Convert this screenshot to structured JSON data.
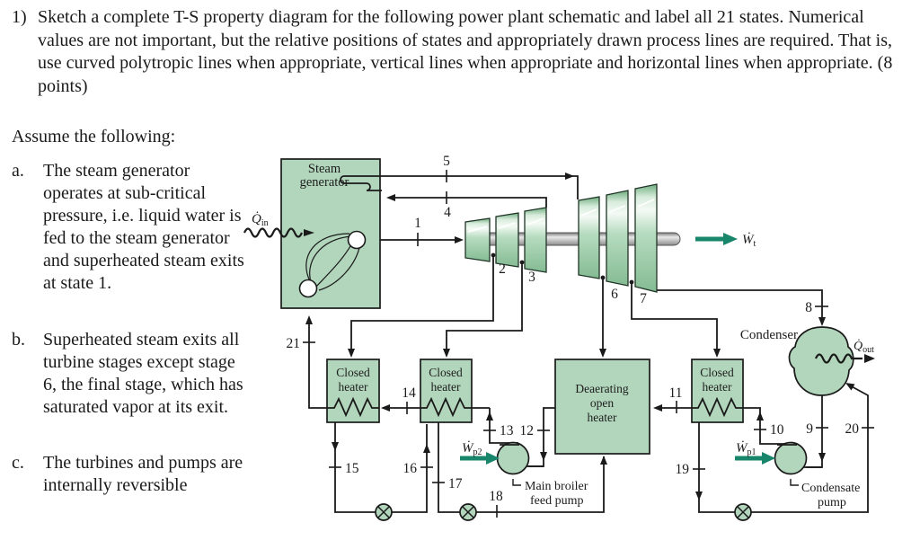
{
  "problem": {
    "number": "1)",
    "text": "Sketch a complete T-S property diagram for the following power plant schematic and label all 21 states. Numerical values are not important, but the relative positions of states and appropriately drawn process lines are required.  That is, use curved polytropic lines when appropriate, vertical lines when appropriate and horizontal lines when appropriate.  (8 points)"
  },
  "assumptions": {
    "heading": "Assume the following:",
    "items": [
      {
        "marker": "a.",
        "text": "The steam generator operates at sub-critical pressure, i.e. liquid water is fed to the steam generator and superheated steam exits at state 1."
      },
      {
        "marker": "b.",
        "text": "Superheated steam exits all turbine stages except stage 6, the final stage, which has saturated vapor at its exit."
      },
      {
        "marker": "c.",
        "text": "The turbines and pumps are internally reversible"
      }
    ]
  },
  "diagram": {
    "states": [
      "1",
      "2",
      "3",
      "4",
      "5",
      "6",
      "7",
      "8",
      "9",
      "10",
      "11",
      "12",
      "13",
      "14",
      "15",
      "16",
      "17",
      "18",
      "19",
      "20",
      "21"
    ],
    "labels": {
      "steam_generator_1": "Steam",
      "steam_generator_2": "generator",
      "closed_heater_1": "Closed",
      "closed_heater_2": "heater",
      "deaerator_1": "Deaerating",
      "deaerator_2": "open",
      "deaerator_3": "heater",
      "condenser": "Condenser",
      "feed_pump_1": "Main broiler",
      "feed_pump_2": "feed pump",
      "condensate_pump_1": "Condensate",
      "condensate_pump_2": "pump"
    },
    "energy": {
      "q_in": {
        "sym": "Q̇",
        "sub": "in"
      },
      "q_out": {
        "sym": "Q̇",
        "sub": "out"
      },
      "w_t": {
        "sym": "Ẇ",
        "sub": "t"
      },
      "w_p1": {
        "sym": "Ẇ",
        "sub": "p1"
      },
      "w_p2": {
        "sym": "Ẇ",
        "sub": "p2"
      }
    },
    "colors": {
      "component_fill": "#b2d6bc",
      "line": "#1a1a1a",
      "power_arrow": "#17866a",
      "shaft": "#b3b3b3"
    }
  }
}
